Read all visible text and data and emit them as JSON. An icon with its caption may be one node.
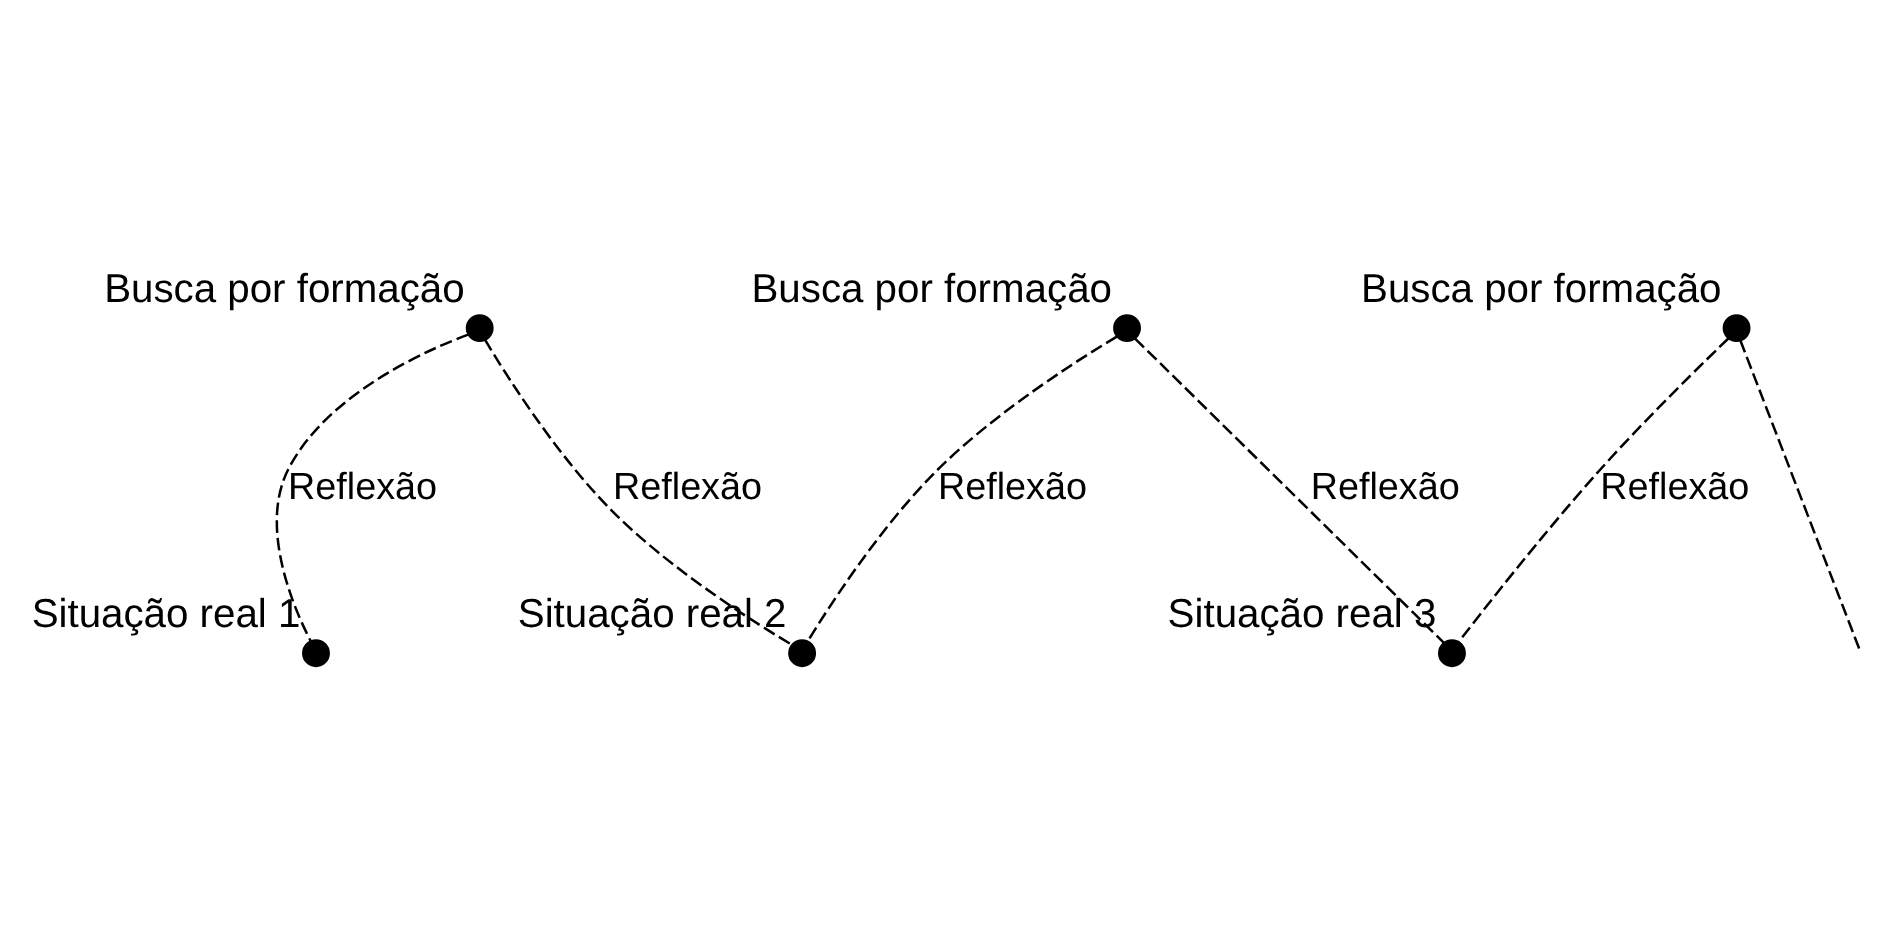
{
  "diagram": {
    "nodes": [
      {
        "text": [
          "Situação real 1"
        ]
      },
      {
        "text": [
          "Busca por formação"
        ]
      },
      {
        "text": [
          "Situação real 2"
        ]
      },
      {
        "text": [
          "Busca por formação"
        ]
      },
      {
        "text": [
          "Situação real 3"
        ]
      },
      {
        "text": [
          "Busca por formação"
        ]
      }
    ],
    "edges": [
      {
        "from": 0,
        "to": 1,
        "arrow": "none",
        "style": "dashed",
        "label": "Reflexão"
      },
      {
        "from": 1,
        "to": 2,
        "arrow": "none",
        "style": "dashed",
        "label": "Reflexão"
      },
      {
        "from": 2,
        "to": 3,
        "arrow": "none",
        "style": "dashed",
        "label": "Reflexão"
      },
      {
        "from": 3,
        "to": 4,
        "arrow": "none",
        "style": "dashed",
        "label": "Reflexão"
      },
      {
        "from": 4,
        "to": 5,
        "arrow": "none",
        "style": "dashed",
        "label": "Reflexão"
      },
      {
        "from": 5,
        "to": null,
        "arrow": "none",
        "style": "dashed"
      }
    ]
  }
}
